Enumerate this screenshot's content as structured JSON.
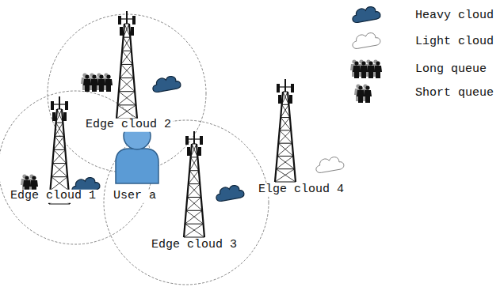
{
  "diagram": {
    "labels": [
      "Edge cloud 2",
      "Edge cloud 1",
      "User a",
      "Edge cloud 3",
      "Elge cloud 4"
    ],
    "legend": [
      {
        "text": "Heavy cloud"
      },
      {
        "text": "Light cloud"
      },
      {
        "text": "Long queue"
      },
      {
        "text": "Short queue"
      }
    ]
  }
}
